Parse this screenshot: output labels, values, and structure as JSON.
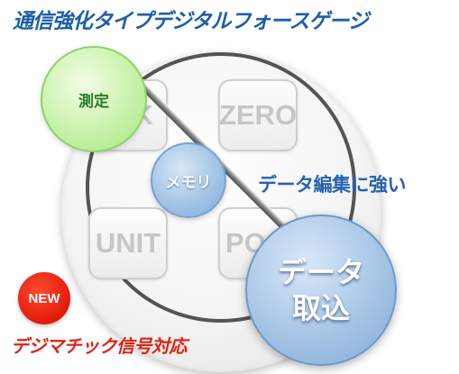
{
  "title": "通信強化タイプデジタルフォースゲージ",
  "keys": {
    "top_left": "K",
    "top_right": "ZERO",
    "bottom_left": "UNIT",
    "bottom_right": "PO"
  },
  "bubbles": {
    "measure": "測定",
    "memory": "メモリ",
    "capture_line1": "データ",
    "capture_line2": "取込"
  },
  "feature_text": "データ編集に強い",
  "badge": "NEW",
  "bottom_caption": "デジマチック信号対応",
  "colors": {
    "title_blue": "#1c5ea8",
    "feature_blue": "#2762b4",
    "measure_green": "#a6e583",
    "bubble_blue": "#80a9d7",
    "accent_red": "#e41f14"
  }
}
